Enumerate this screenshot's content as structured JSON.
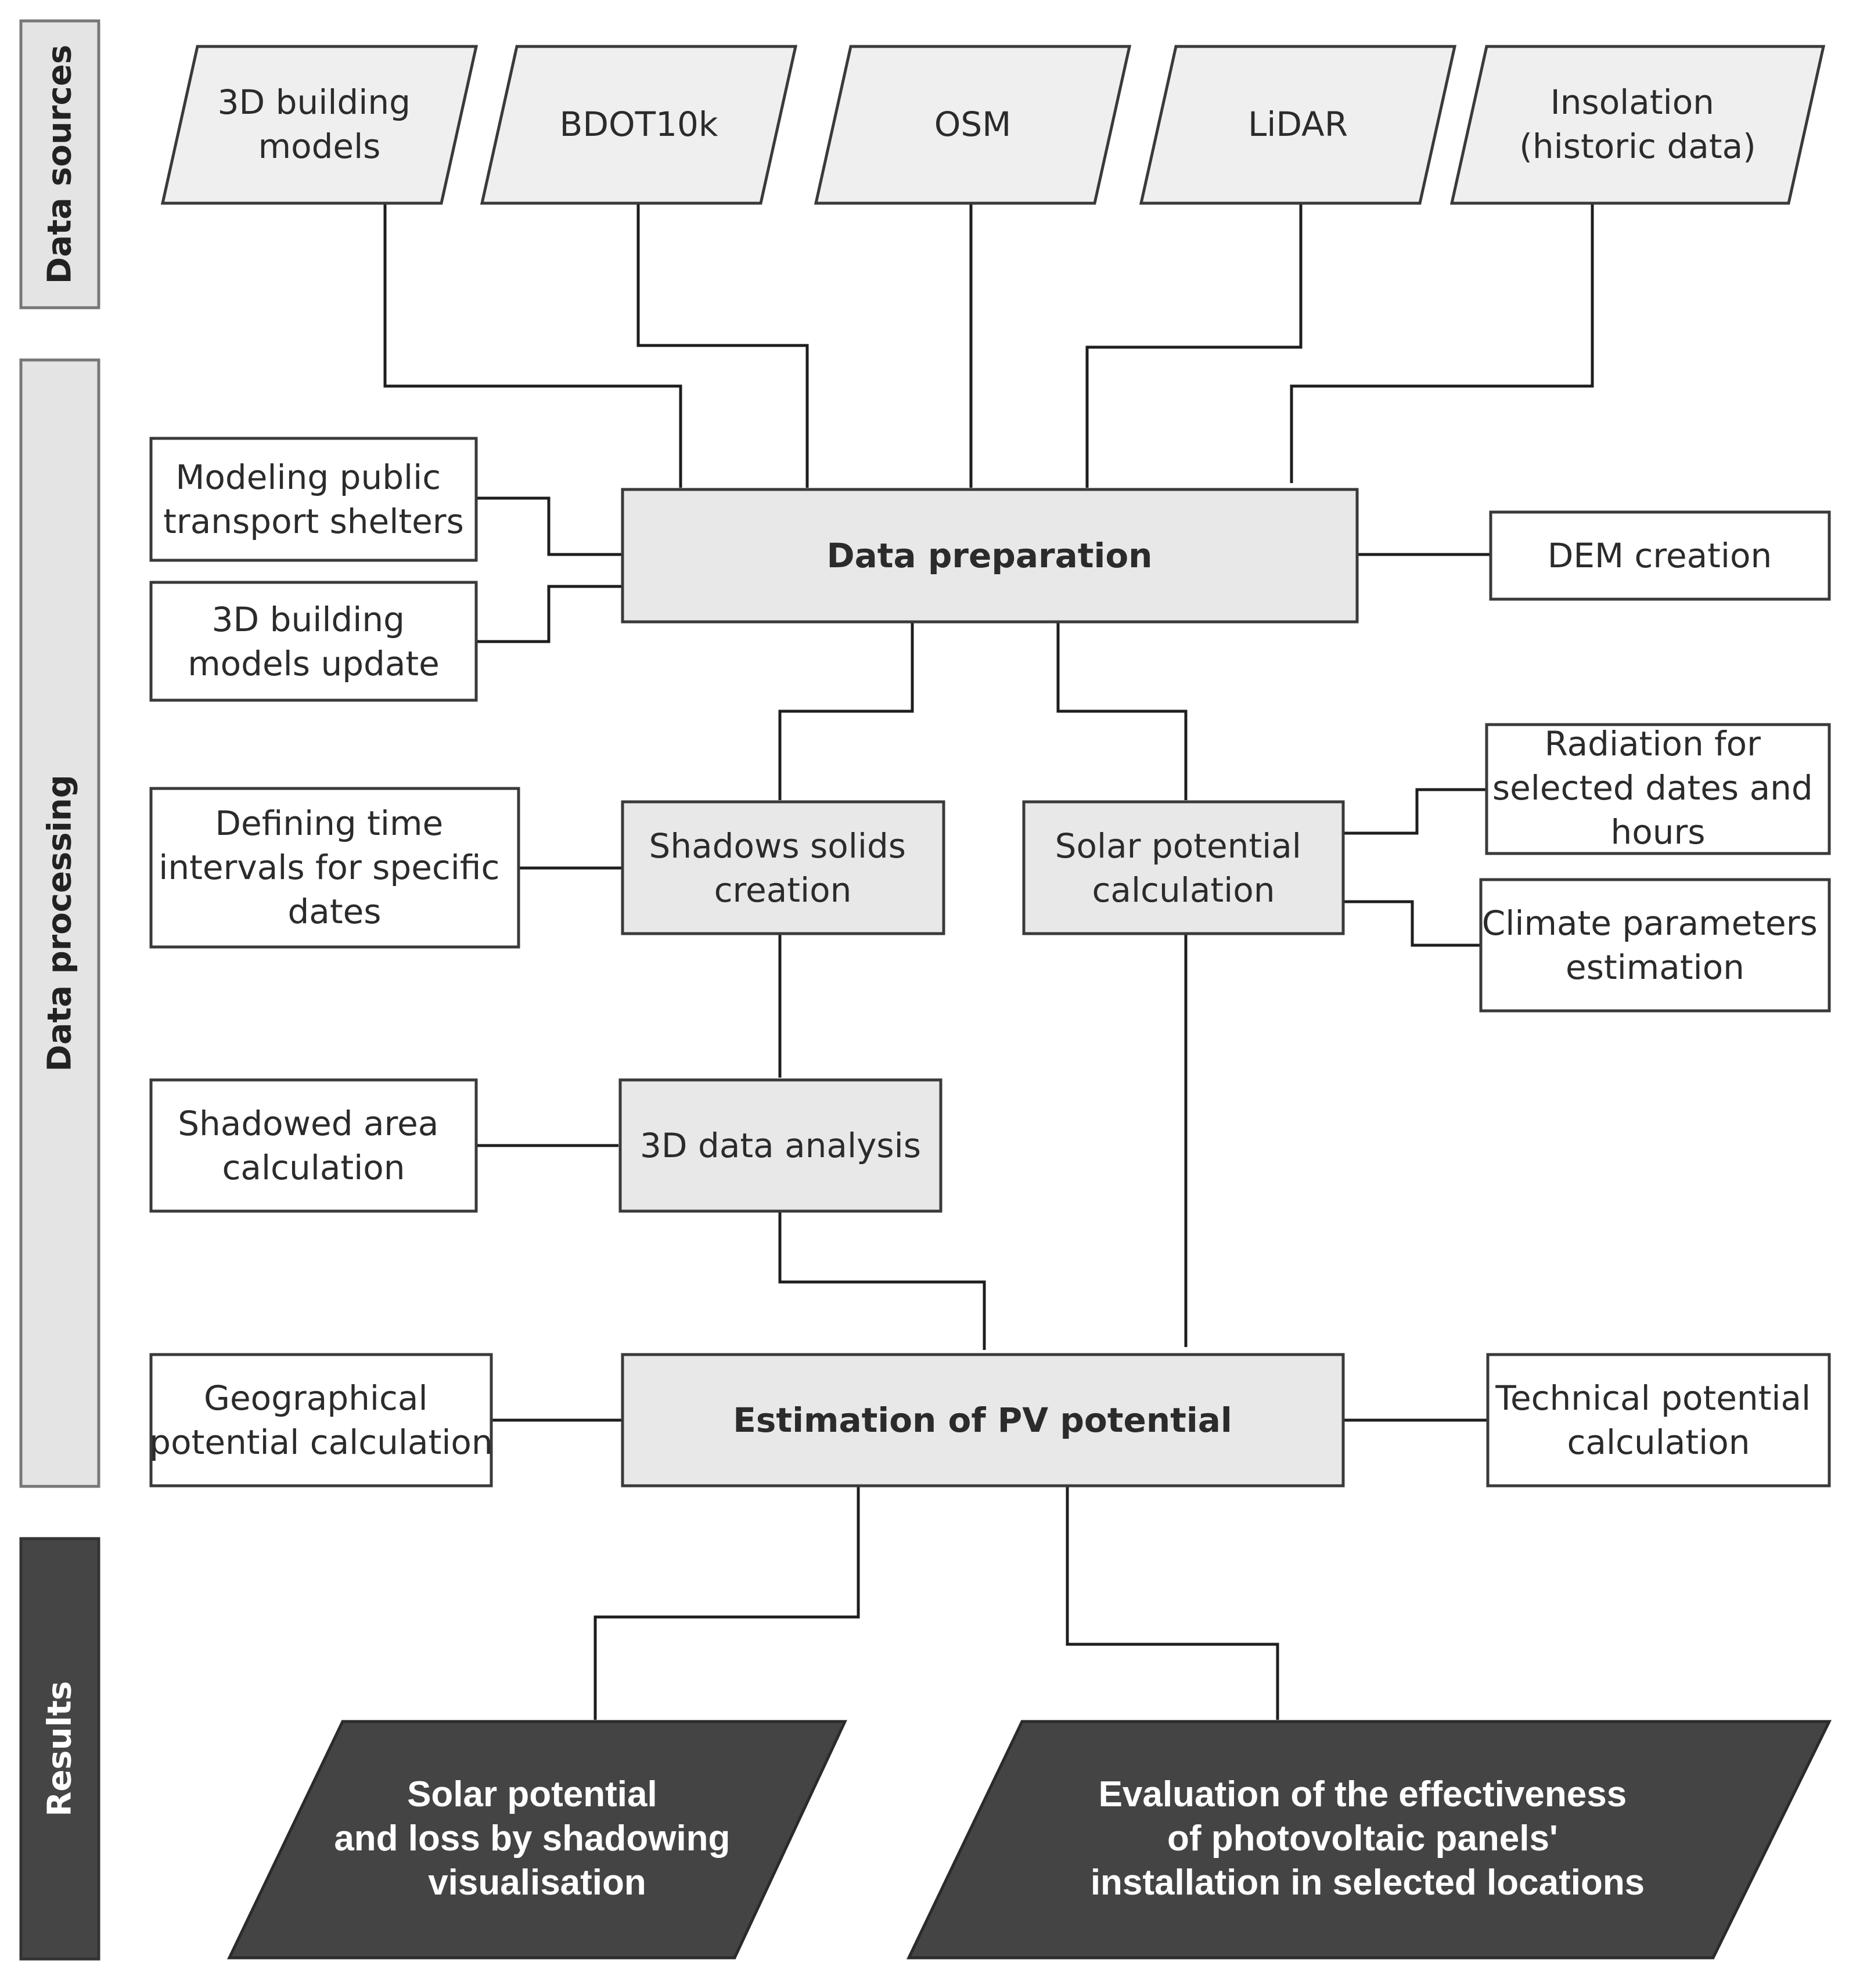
{
  "bands": {
    "sources": "Data sources",
    "processing": "Data processing",
    "results": "Results"
  },
  "sources": {
    "building_models": [
      "3D building",
      "models"
    ],
    "bdot": [
      "BDOT10k"
    ],
    "osm": [
      "OSM"
    ],
    "lidar": [
      "LiDAR"
    ],
    "insolation": [
      "Insolation",
      "(historic data)"
    ]
  },
  "processing": {
    "data_preparation": [
      "Data preparation"
    ],
    "modeling_shelters": [
      "Modeling public",
      "transport shelters"
    ],
    "building_update": [
      "3D building",
      "models update"
    ],
    "dem_creation": [
      "DEM creation"
    ],
    "defining_intervals": [
      "Defining time",
      "intervals for specific",
      "dates"
    ],
    "shadows_solids": [
      "Shadows solids",
      "creation"
    ],
    "solar_potential_calc": [
      "Solar potential",
      "calculation"
    ],
    "radiation": [
      "Radiation for",
      "selected dates and",
      "hours"
    ],
    "climate": [
      "Climate parameters",
      "estimation"
    ],
    "shadowed_area": [
      "Shadowed area",
      "calculation"
    ],
    "data_analysis_3d": [
      "3D data analysis"
    ],
    "estimation_pv": [
      "Estimation of PV potential"
    ],
    "geographical": [
      "Geographical",
      "potential calculation"
    ],
    "technical": [
      "Technical potential",
      "calculation"
    ]
  },
  "results": {
    "visualisation": [
      "Solar potential",
      "and loss by shadowing",
      "visualisation"
    ],
    "evaluation": [
      "Evaluation of the effectiveness",
      "of photovoltaic panels'",
      "installation in selected locations"
    ]
  }
}
